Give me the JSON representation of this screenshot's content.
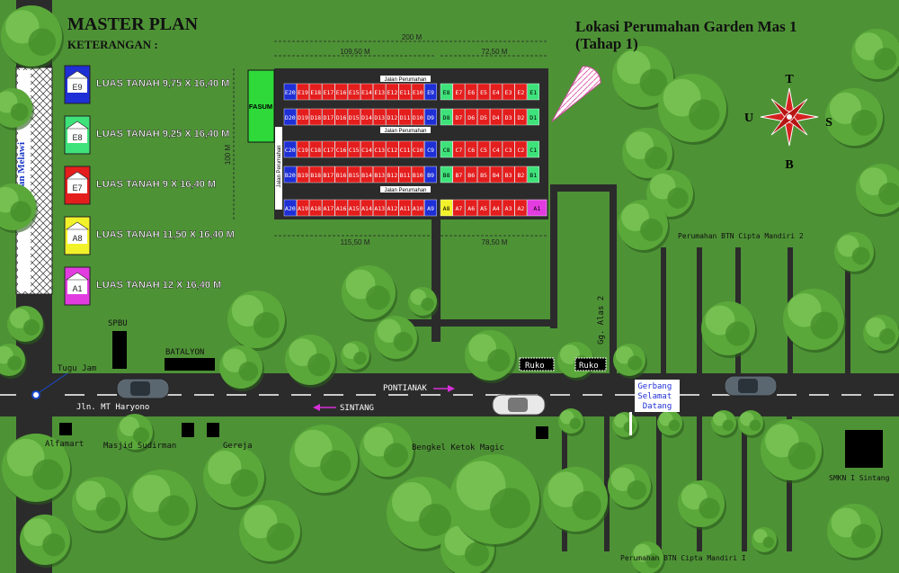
{
  "header": {
    "master_plan": "MASTER PLAN",
    "keterangan": "KETERANGAN :",
    "location_line1": "Lokasi Perumahan Garden Mas 1",
    "location_line2": "(Tahap 1)"
  },
  "legend": [
    {
      "code": "E9",
      "label": "LUAS TANAH 9,75 X 16,40 M",
      "color": "#1f2fd6"
    },
    {
      "code": "E8",
      "label": "LUAS TANAH 9,25 X 16,40 M",
      "color": "#3ee27a"
    },
    {
      "code": "E7",
      "label": "LUAS TANAH 9 X 16,40 M",
      "color": "#e41d1d"
    },
    {
      "code": "A8",
      "label": "LUAS TANAH 11,50 X 16,40 M",
      "color": "#f2f22a"
    },
    {
      "code": "A1",
      "label": "LUAS TANAH 12 X 16,40 M",
      "color": "#e23ce0"
    }
  ],
  "compass": {
    "north": "T",
    "south": "B",
    "west": "U",
    "east": "S"
  },
  "dimensions": {
    "top_total": "200 M",
    "top_left": "109,50 M",
    "top_right": "72,50 M",
    "bottom_left": "115,50 M",
    "bottom_right": "78,50 M",
    "side": "100 M"
  },
  "fasum": "FASUM",
  "road_labels": {
    "jalan_perumahan": "Jalan Perumahan",
    "jembatan": "Jembatan Melawi",
    "gg_alas": "Gg. Alas 2",
    "main_road": "Jln. MT Haryono",
    "pontianak": "PONTIANAK",
    "sintang": "SINTANG"
  },
  "blocks": {
    "row_E_left": [
      "E20",
      "E19",
      "E18",
      "E17",
      "E16",
      "E15",
      "E14",
      "E13",
      "E12",
      "E11",
      "E10",
      "E9"
    ],
    "row_E_right": [
      "E8",
      "E7",
      "E6",
      "E5",
      "E4",
      "E3",
      "E2",
      "E1"
    ],
    "row_D_left": [
      "D20",
      "D19",
      "D18",
      "D17",
      "D16",
      "D15",
      "D14",
      "D13",
      "D12",
      "D11",
      "D10",
      "D9"
    ],
    "row_D_right": [
      "D8",
      "D7",
      "D6",
      "D5",
      "D4",
      "D3",
      "D2",
      "D1"
    ],
    "row_C_left": [
      "C20",
      "C19",
      "C18",
      "C17",
      "C16",
      "C15",
      "C14",
      "C13",
      "C12",
      "C11",
      "C10",
      "C9"
    ],
    "row_C_right": [
      "C8",
      "C7",
      "C6",
      "C5",
      "C4",
      "C3",
      "C2",
      "C1"
    ],
    "row_B_left": [
      "B20",
      "B19",
      "B18",
      "B17",
      "B16",
      "B15",
      "B14",
      "B13",
      "B12",
      "B11",
      "B10",
      "B9"
    ],
    "row_B_right": [
      "B8",
      "B7",
      "B6",
      "B5",
      "B4",
      "B3",
      "B2",
      "B1"
    ],
    "row_A_left": [
      "A20",
      "A19",
      "A18",
      "A17",
      "A16",
      "A15",
      "A14",
      "A13",
      "A12",
      "A11",
      "A10",
      "A9"
    ],
    "row_A_right": [
      "A8",
      "A7",
      "A6",
      "A5",
      "A4",
      "A3",
      "A2",
      "A1"
    ]
  },
  "places": {
    "spbu": "SPBU",
    "batalyon": "BATALYON",
    "tugu_jam": "Tugu Jam",
    "alfamart": "Alfamart",
    "masjid": "Masjid Sudirman",
    "gereja": "Gereja",
    "bengkel": "Bengkel Ketok Magic",
    "ruko1": "Ruko",
    "ruko2": "Ruko",
    "gerbang": "Gerbang Selamat Datang",
    "btn2": "Perumahan BTN Cipta Mandiri 2",
    "btn1": "Perumahan BTN Cipta Mandiri I",
    "smkn": "SMKN I Sintang"
  }
}
